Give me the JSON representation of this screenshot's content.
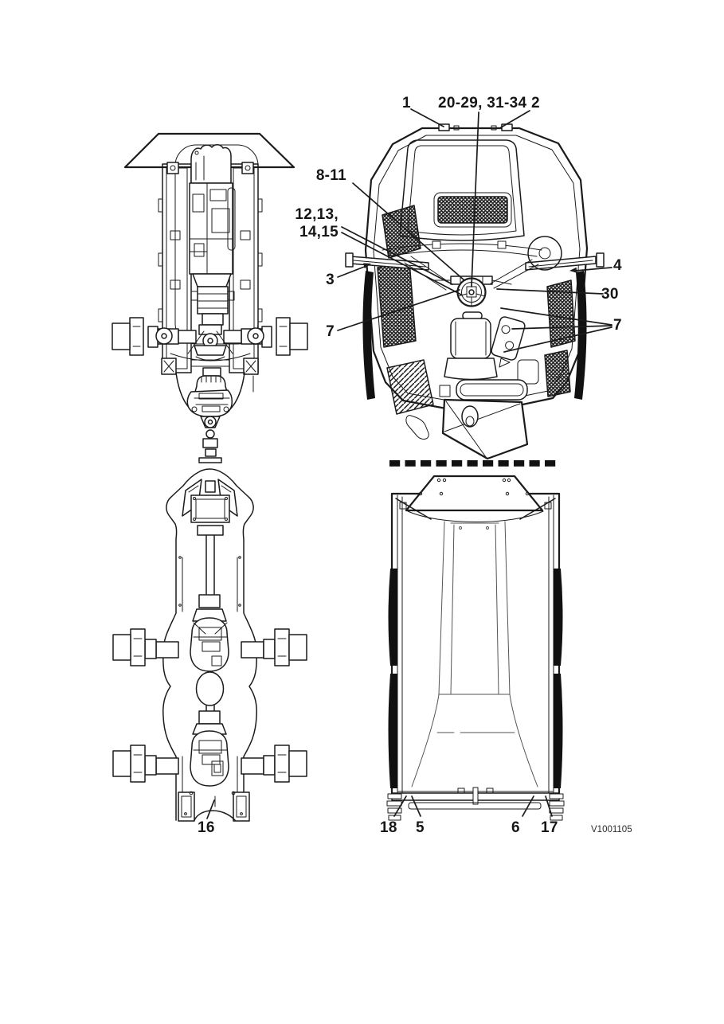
{
  "figure": {
    "code": "V1001105",
    "callouts": {
      "c1": "1",
      "c20_34": "20-29, 31-34",
      "c2": "2",
      "c8_11": "8-11",
      "c12_13": "12,13,",
      "c14_15": "14,15",
      "c3": "3",
      "c7_left": "7",
      "c4": "4",
      "c30": "30",
      "c7_right": "7",
      "c16": "16",
      "c18": "18",
      "c5": "5",
      "c6": "6",
      "c17": "17"
    },
    "colors": {
      "line": "#1b1b1b",
      "paper": "#ffffff",
      "tire_fill": "#111111"
    }
  }
}
